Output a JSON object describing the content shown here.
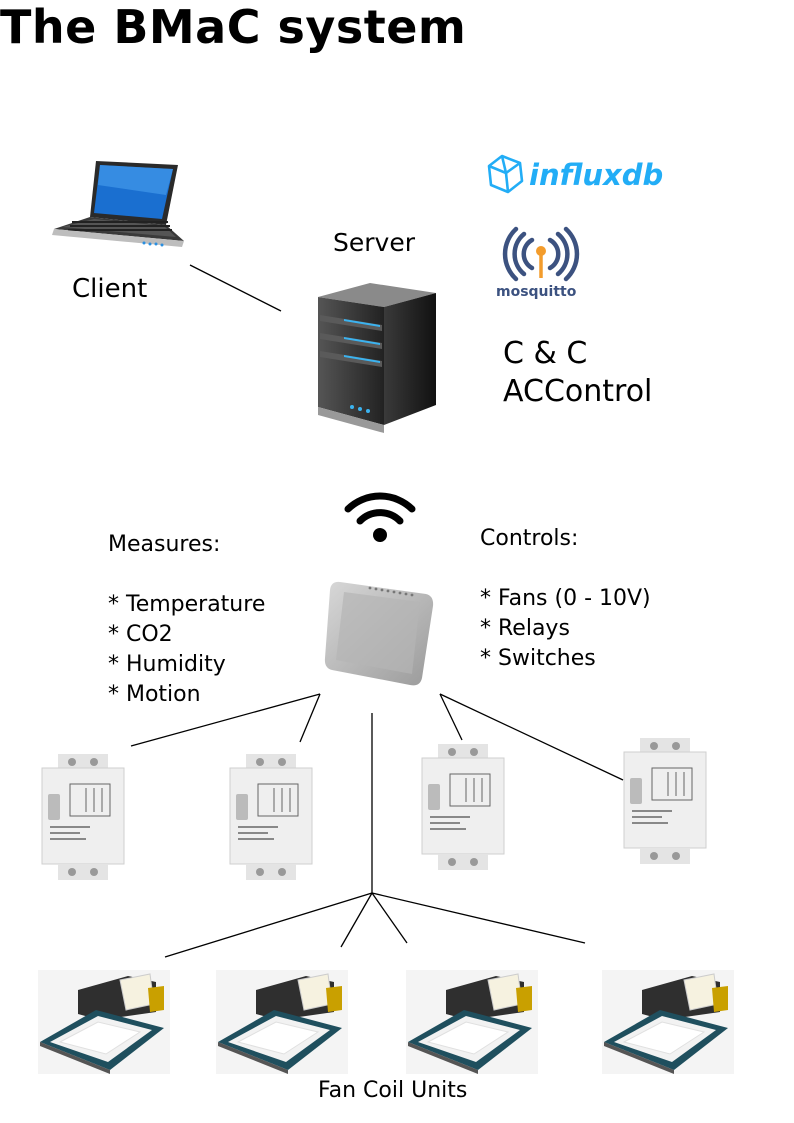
{
  "title": "The BMaC system",
  "client": {
    "label": "Client"
  },
  "server": {
    "label": "Server"
  },
  "server_software": {
    "influxdb_logo_text": "influxdb",
    "mosquitto_logo_text": "mosquitto",
    "apps": [
      "C & C",
      "ACControl"
    ]
  },
  "measures": {
    "heading": "Measures:",
    "items": [
      "* Temperature",
      "* CO2",
      "* Humidity",
      "* Motion"
    ]
  },
  "controls": {
    "heading": "Controls:",
    "items": [
      "* Fans (0  - 10V)",
      "* Relays",
      "* Switches"
    ]
  },
  "fan_coil": {
    "label": "Fan Coil Units"
  },
  "colors": {
    "influx_blue": "#22ADF6",
    "mosquitto_navy": "#3C5280",
    "mosquitto_orange": "#F39C2C",
    "server_blue_led": "#3BB3F0"
  }
}
